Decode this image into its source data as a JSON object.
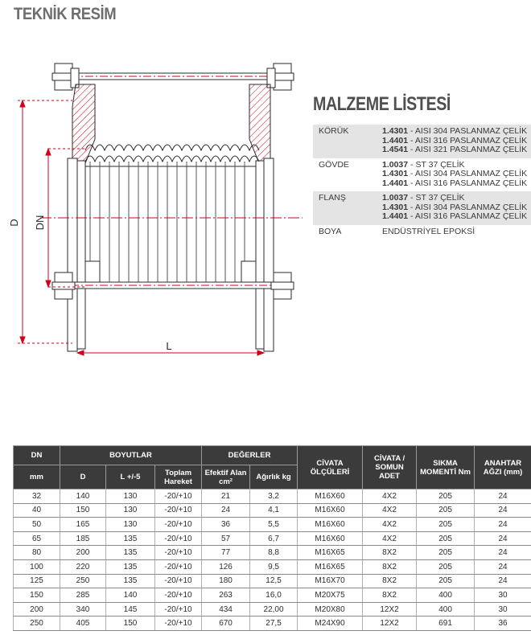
{
  "section_title": "TEKNİK RESİM",
  "drawing_labels": {
    "d": "D",
    "dn": "DN",
    "l": "L"
  },
  "materials": {
    "title": "MALZEME LİSTESİ",
    "rows": [
      {
        "name": "KÖRÜK",
        "shaded": true,
        "values": [
          {
            "code": "1.4301",
            "desc": "AISI 304 PASLANMAZ ÇELİK"
          },
          {
            "code": "1.4401",
            "desc": "AISI 316 PASLANMAZ ÇELİK"
          },
          {
            "code": "1.4541",
            "desc": "AISI 321 PASLANMAZ ÇELİK"
          }
        ]
      },
      {
        "name": "GÖVDE",
        "shaded": false,
        "values": [
          {
            "code": "1.0037",
            "desc": "ST 37 ÇELİK"
          },
          {
            "code": "1.4301",
            "desc": "AISI 304 PASLANMAZ ÇELİK"
          },
          {
            "code": "1.4401",
            "desc": "AISI 316 PASLANMAZ ÇELİK"
          }
        ]
      },
      {
        "name": "FLANŞ",
        "shaded": true,
        "values": [
          {
            "code": "1.0037",
            "desc": "ST 37 ÇELİK"
          },
          {
            "code": "1.4301",
            "desc": "AISI 304 PASLANMAZ ÇELİK"
          },
          {
            "code": "1.4401",
            "desc": "AISI 316 PASLANMAZ ÇELİK"
          }
        ]
      },
      {
        "name": "BOYA",
        "shaded": false,
        "values": [
          {
            "code": "",
            "desc": "ENDÜSTRİYEL EPOKSİ"
          }
        ]
      }
    ]
  },
  "table": {
    "group_headers": {
      "dn": "DN",
      "boyutlar": "BOYUTLAR",
      "degerler": "DEĞERLER",
      "civata_olculeri": "CİVATA ÖLÇÜLERİ",
      "civata_somun_adet": "CİVATA / SOMUN ADET",
      "sikma_momenti": "SIKMA MOMENTİ Nm",
      "anahtar_agzi": "ANAHTAR AĞZI (mm)"
    },
    "sub_headers": {
      "mm": "mm",
      "d": "D",
      "l": "L  +/-5",
      "toplam_hareket": "Toplam Hareket",
      "efektif_alan": "Efektif Alan cm²",
      "agirlik": "Ağırlık kg"
    },
    "rows": [
      [
        "32",
        "140",
        "130",
        "-20/+10",
        "21",
        "3,2",
        "M16X60",
        "4X2",
        "205",
        "24"
      ],
      [
        "40",
        "150",
        "130",
        "-20/+10",
        "24",
        "4,1",
        "M16X60",
        "4X2",
        "205",
        "24"
      ],
      [
        "50",
        "165",
        "130",
        "-20/+10",
        "36",
        "5,5",
        "M16X60",
        "4X2",
        "205",
        "24"
      ],
      [
        "65",
        "185",
        "135",
        "-20/+10",
        "57",
        "6,7",
        "M16X60",
        "4X2",
        "205",
        "24"
      ],
      [
        "80",
        "200",
        "135",
        "-20/+10",
        "77",
        "8,8",
        "M16X65",
        "8X2",
        "205",
        "24"
      ],
      [
        "100",
        "220",
        "135",
        "-20/+10",
        "126",
        "9,5",
        "M16X65",
        "8X2",
        "205",
        "24"
      ],
      [
        "125",
        "250",
        "135",
        "-20/+10",
        "180",
        "12,5",
        "M16X70",
        "8X2",
        "205",
        "24"
      ],
      [
        "150",
        "285",
        "140",
        "-20/+10",
        "263",
        "16,0",
        "M20X75",
        "8X2",
        "400",
        "30"
      ],
      [
        "200",
        "340",
        "145",
        "-20/+10",
        "434",
        "22,00",
        "M20X80",
        "12X2",
        "400",
        "30"
      ],
      [
        "250",
        "405",
        "150",
        "-20/+10",
        "670",
        "27,5",
        "M24X90",
        "12X2",
        "691",
        "36"
      ]
    ]
  },
  "colors": {
    "dimension_line": "#d0021b",
    "drawing_line": "#2a2a2a",
    "hatch": "#d0021b",
    "table_header_bg": "#3b3b3b"
  }
}
